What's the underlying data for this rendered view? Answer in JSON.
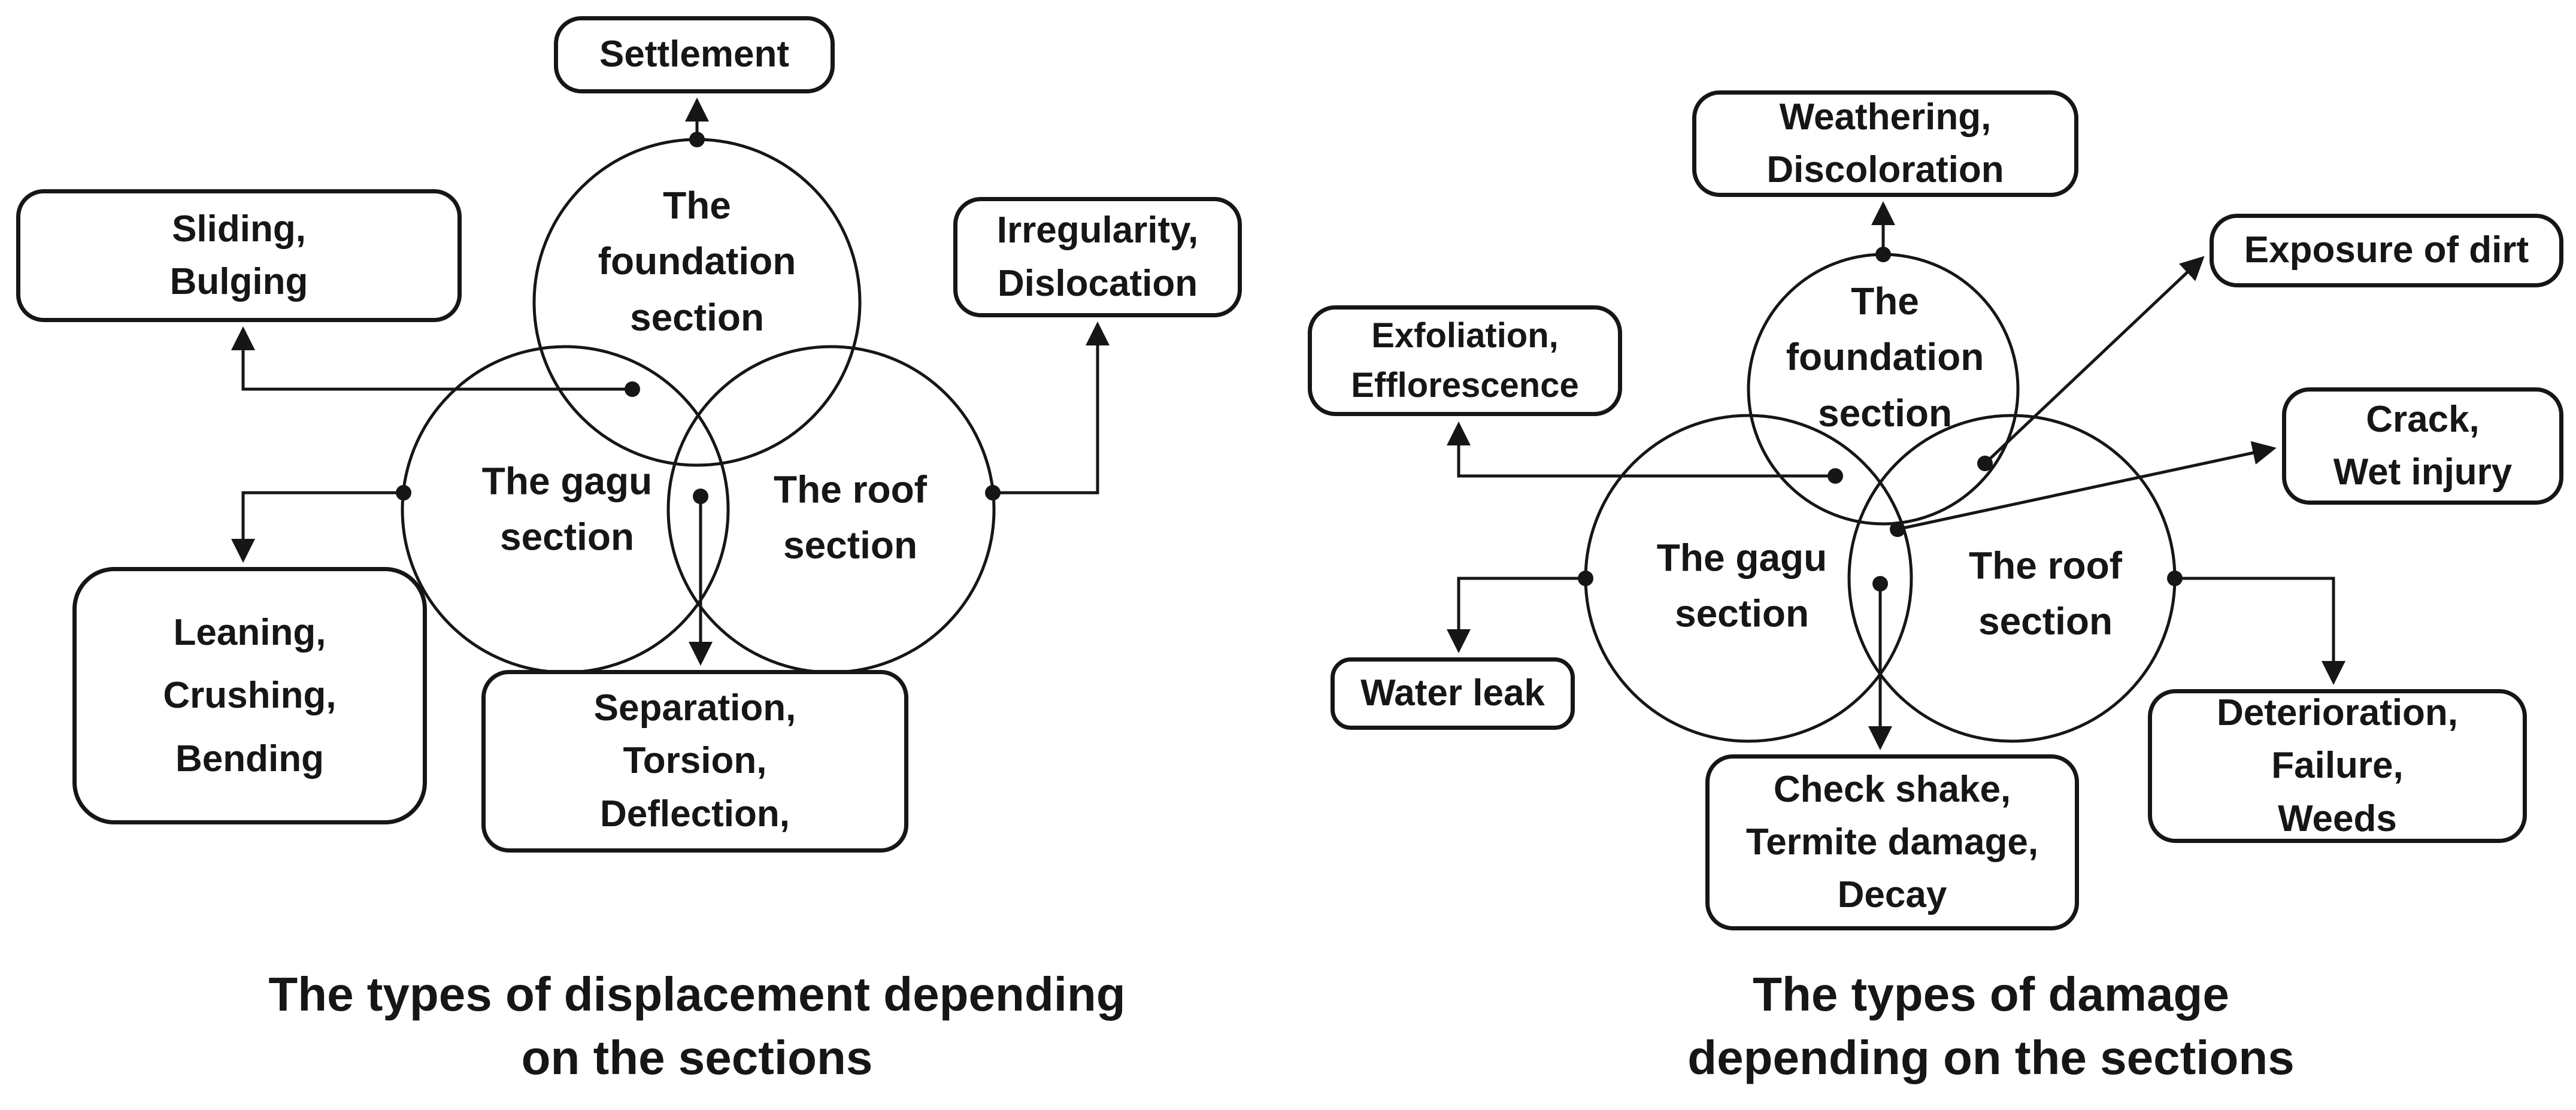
{
  "colors": {
    "ink": "#161616",
    "background": "#ffffff"
  },
  "left": {
    "caption_lines": [
      "The types of displacement depending",
      "on the sections"
    ],
    "circles": {
      "foundation": [
        "The",
        "foundation",
        "section"
      ],
      "gagu": [
        "The gagu",
        "section"
      ],
      "roof": [
        "The roof",
        "section"
      ]
    },
    "boxes": {
      "settlement": [
        "Settlement"
      ],
      "sliding": [
        "Sliding,",
        "Bulging"
      ],
      "irregularity": [
        "Irregularity,",
        "Dislocation"
      ],
      "leaning": [
        "Leaning,",
        "Crushing,",
        "Bending"
      ],
      "separation": [
        "Separation,",
        "Torsion,",
        "Deflection,"
      ]
    }
  },
  "right": {
    "caption_lines": [
      "The types of damage",
      "depending on the sections"
    ],
    "circles": {
      "foundation": [
        "The",
        "foundation",
        "section"
      ],
      "gagu": [
        "The gagu",
        "section"
      ],
      "roof": [
        "The roof",
        "section"
      ]
    },
    "boxes": {
      "weathering": [
        "Weathering,",
        "Discoloration"
      ],
      "exposure": [
        "Exposure of dirt"
      ],
      "exfoliation": [
        "Exfoliation,",
        "Efflorescence"
      ],
      "crack": [
        "Crack,",
        "Wet injury"
      ],
      "water_leak": [
        "Water leak"
      ],
      "check_shake": [
        "Check shake,",
        "Termite damage,",
        "Decay"
      ],
      "deterioration": [
        "Deterioration,",
        "Failure,",
        "Weeds"
      ]
    }
  }
}
